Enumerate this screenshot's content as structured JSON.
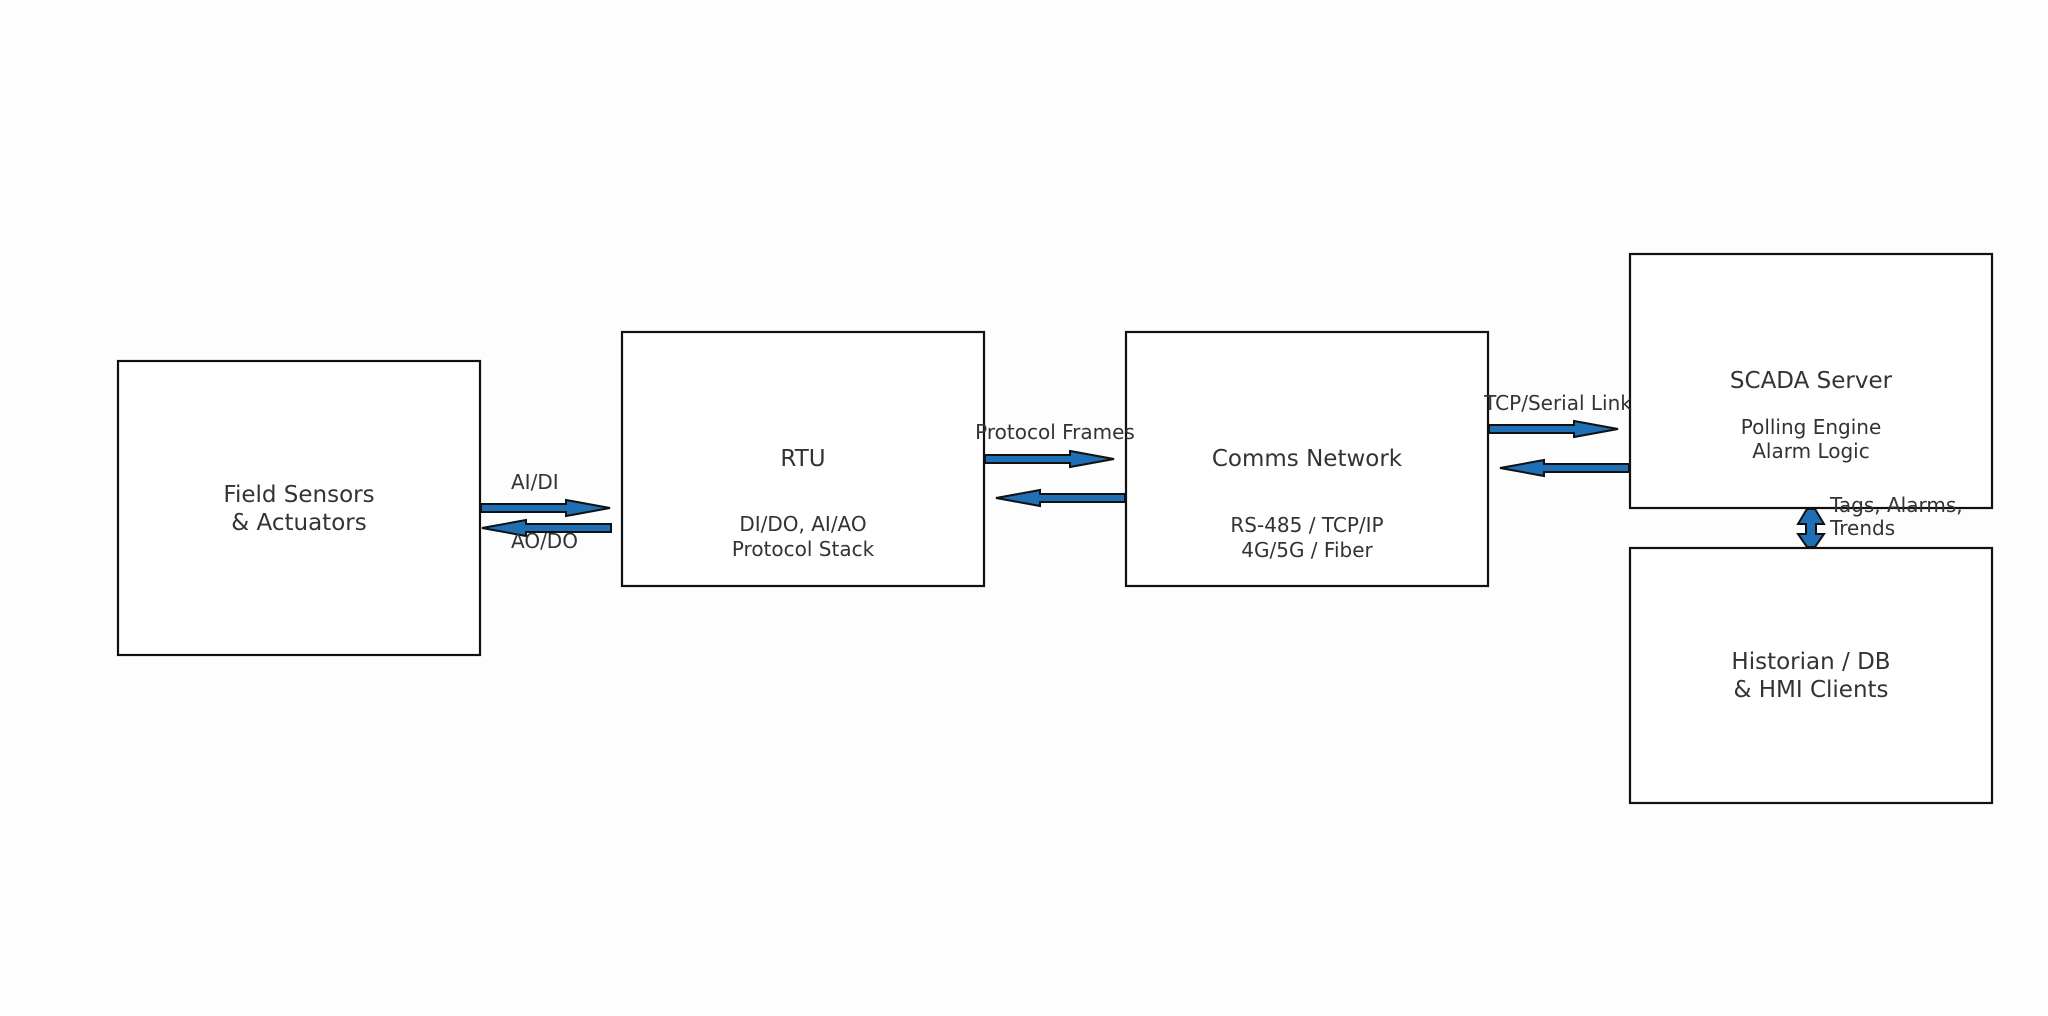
{
  "nodes": {
    "field": {
      "line1": "Field Sensors",
      "line2": "& Actuators"
    },
    "rtu": {
      "title": "RTU",
      "sub1": "DI/DO, AI/AO",
      "sub2": "Protocol Stack"
    },
    "comms": {
      "title": "Comms Network",
      "sub1": "RS-485 / TCP/IP",
      "sub2": "4G/5G / Fiber"
    },
    "scada": {
      "title": "SCADA Server",
      "sub1": "Polling Engine",
      "sub2": "Alarm Logic"
    },
    "historian": {
      "line1": "Historian / DB",
      "line2": "& HMI Clients"
    }
  },
  "edges": {
    "field_to_rtu": "AI/DI",
    "rtu_to_field": "AO/DO",
    "rtu_comms": "Protocol Frames",
    "comms_scada": "TCP/Serial Link",
    "scada_historian_1": "Tags, Alarms,",
    "scada_historian_2": "Trends"
  },
  "colors": {
    "arrow_fill": "#1f6fb4",
    "box_stroke": "#111111"
  }
}
